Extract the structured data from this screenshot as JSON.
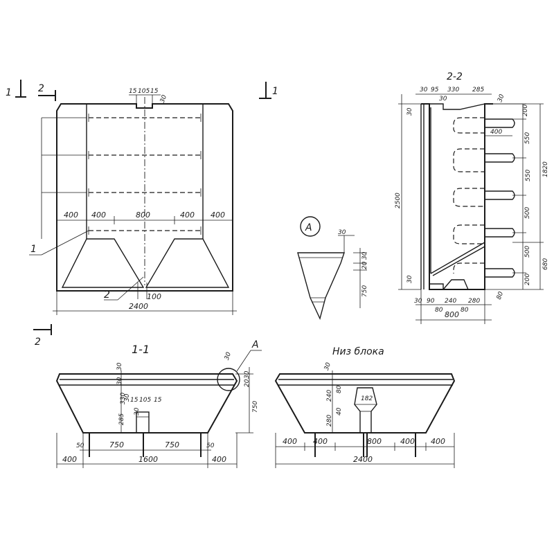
{
  "front_view": {
    "marker_1_left": "1",
    "marker_2_top": "2",
    "marker_1_right": "1",
    "top_dims": [
      "15",
      "105",
      "15",
      "30"
    ],
    "width_dims": [
      "400",
      "400",
      "800",
      "400",
      "400"
    ],
    "leader_1": "1",
    "leader_2": "2",
    "dim_100": "100",
    "total_width": "2400"
  },
  "detail_a": {
    "label": "А",
    "dims": [
      "30",
      "30",
      "20",
      "750"
    ]
  },
  "section_2_2": {
    "title": "2-2",
    "top_dims": [
      "30",
      "95",
      "330",
      "285"
    ],
    "dim_30_a": "30",
    "dim_30_b": "30",
    "dim_400": "400",
    "right_dims": [
      "200",
      "550",
      "550",
      "500",
      "500",
      "200"
    ],
    "total_height_dims": [
      "1820",
      "680"
    ],
    "height_total": "2500",
    "bottom_dims": [
      "30",
      "90",
      "240",
      "280",
      "80",
      "80",
      "800"
    ],
    "left_30_bottom": "30"
  },
  "section_1_1": {
    "title": "1-1",
    "marker_2": "2",
    "detail_marker": "А",
    "top_dims": [
      "30",
      "30",
      "30",
      "20",
      "750"
    ],
    "inner_dims": [
      "330",
      "15",
      "105",
      "15",
      "30",
      "285"
    ],
    "bottom_dims": [
      "50",
      "750",
      "750",
      "50"
    ],
    "width_dims": [
      "400",
      "1600",
      "400"
    ]
  },
  "bottom_view": {
    "title": "Низ блока",
    "left_dims": [
      "30",
      "240",
      "80",
      "40",
      "280"
    ],
    "dim_182": "182",
    "width_dims": [
      "400",
      "400",
      "800",
      "400",
      "400"
    ],
    "total_width": "2400"
  }
}
